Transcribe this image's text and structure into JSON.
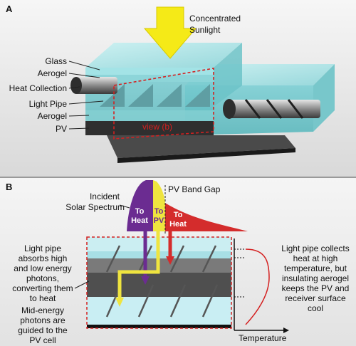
{
  "panel_a": {
    "letter": "A",
    "sunlight_line1": "Concentrated",
    "sunlight_line2": "Sunlight",
    "labels": [
      "Glass",
      "Aerogel",
      "Heat Collection",
      "Light Pipe",
      "Aerogel",
      "PV"
    ],
    "view_label": "view (b)"
  },
  "panel_b": {
    "letter": "B",
    "incident_line1": "Incident",
    "incident_line2": "Solar Spectrum",
    "band_gap": "PV Band Gap",
    "to_heat_left": [
      "To",
      "Heat"
    ],
    "to_pv": [
      "To",
      "PV"
    ],
    "to_heat_right": [
      "To",
      "Heat"
    ],
    "left_text_1": [
      "Light pipe",
      "absorbs high",
      "and low energy",
      "photons,",
      "converting them",
      "to heat"
    ],
    "left_text_2": [
      "Mid-energy",
      "photons are",
      "guided to the",
      "PV cell"
    ],
    "right_text": [
      "Light pipe collects",
      "heat at high",
      "temperature, but",
      "insulating aerogel",
      "keeps the PV and",
      "receiver surface",
      "cool"
    ],
    "temperature_label": "Temperature"
  },
  "colors": {
    "violet": "#6b2c91",
    "yellow": "#f2e84a",
    "red": "#d42c2c",
    "glass": "#9fe0e4",
    "dashed": "#d42020"
  }
}
